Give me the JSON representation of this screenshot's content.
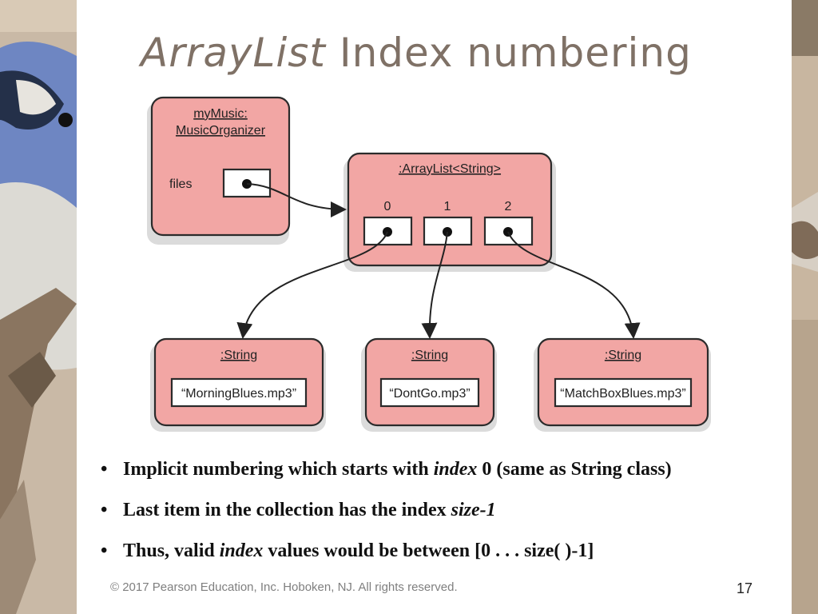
{
  "slide": {
    "title_italic": "ArrayList",
    "title_rest": " Index numbering",
    "diagram": {
      "organizer": {
        "name_line1": "myMusic:",
        "name_line2": "MusicOrganizer",
        "field": "files"
      },
      "arraylist": {
        "name": ":ArrayList<String>",
        "indices": [
          "0",
          "1",
          "2"
        ]
      },
      "strings": [
        {
          "type": ":String",
          "value": "“MorningBlues.mp3”"
        },
        {
          "type": ":String",
          "value": "“DontGo.mp3”"
        },
        {
          "type": ":String",
          "value": "“MatchBoxBlues.mp3”"
        }
      ],
      "colors": {
        "box_fill": "#f2a6a4",
        "outline": "#2b2b2b"
      }
    },
    "bullets": [
      {
        "bullet": "•",
        "a": "Implicit numbering which starts with ",
        "em": "index",
        "b": " 0 (same as String class)"
      },
      {
        "bullet": "•",
        "a": "Last item in the collection has the index ",
        "em": "size-1",
        "b": ""
      },
      {
        "bullet": "•",
        "a": "Thus, valid ",
        "em": "index",
        "b": " values would be between [0 . . . size( )-1]"
      }
    ],
    "footer": "© 2017 Pearson Education, Inc. Hoboken, NJ. All rights reserved.",
    "page_number": "17",
    "colors": {
      "title": "#7f7166",
      "footer": "#7f7f7f"
    }
  }
}
